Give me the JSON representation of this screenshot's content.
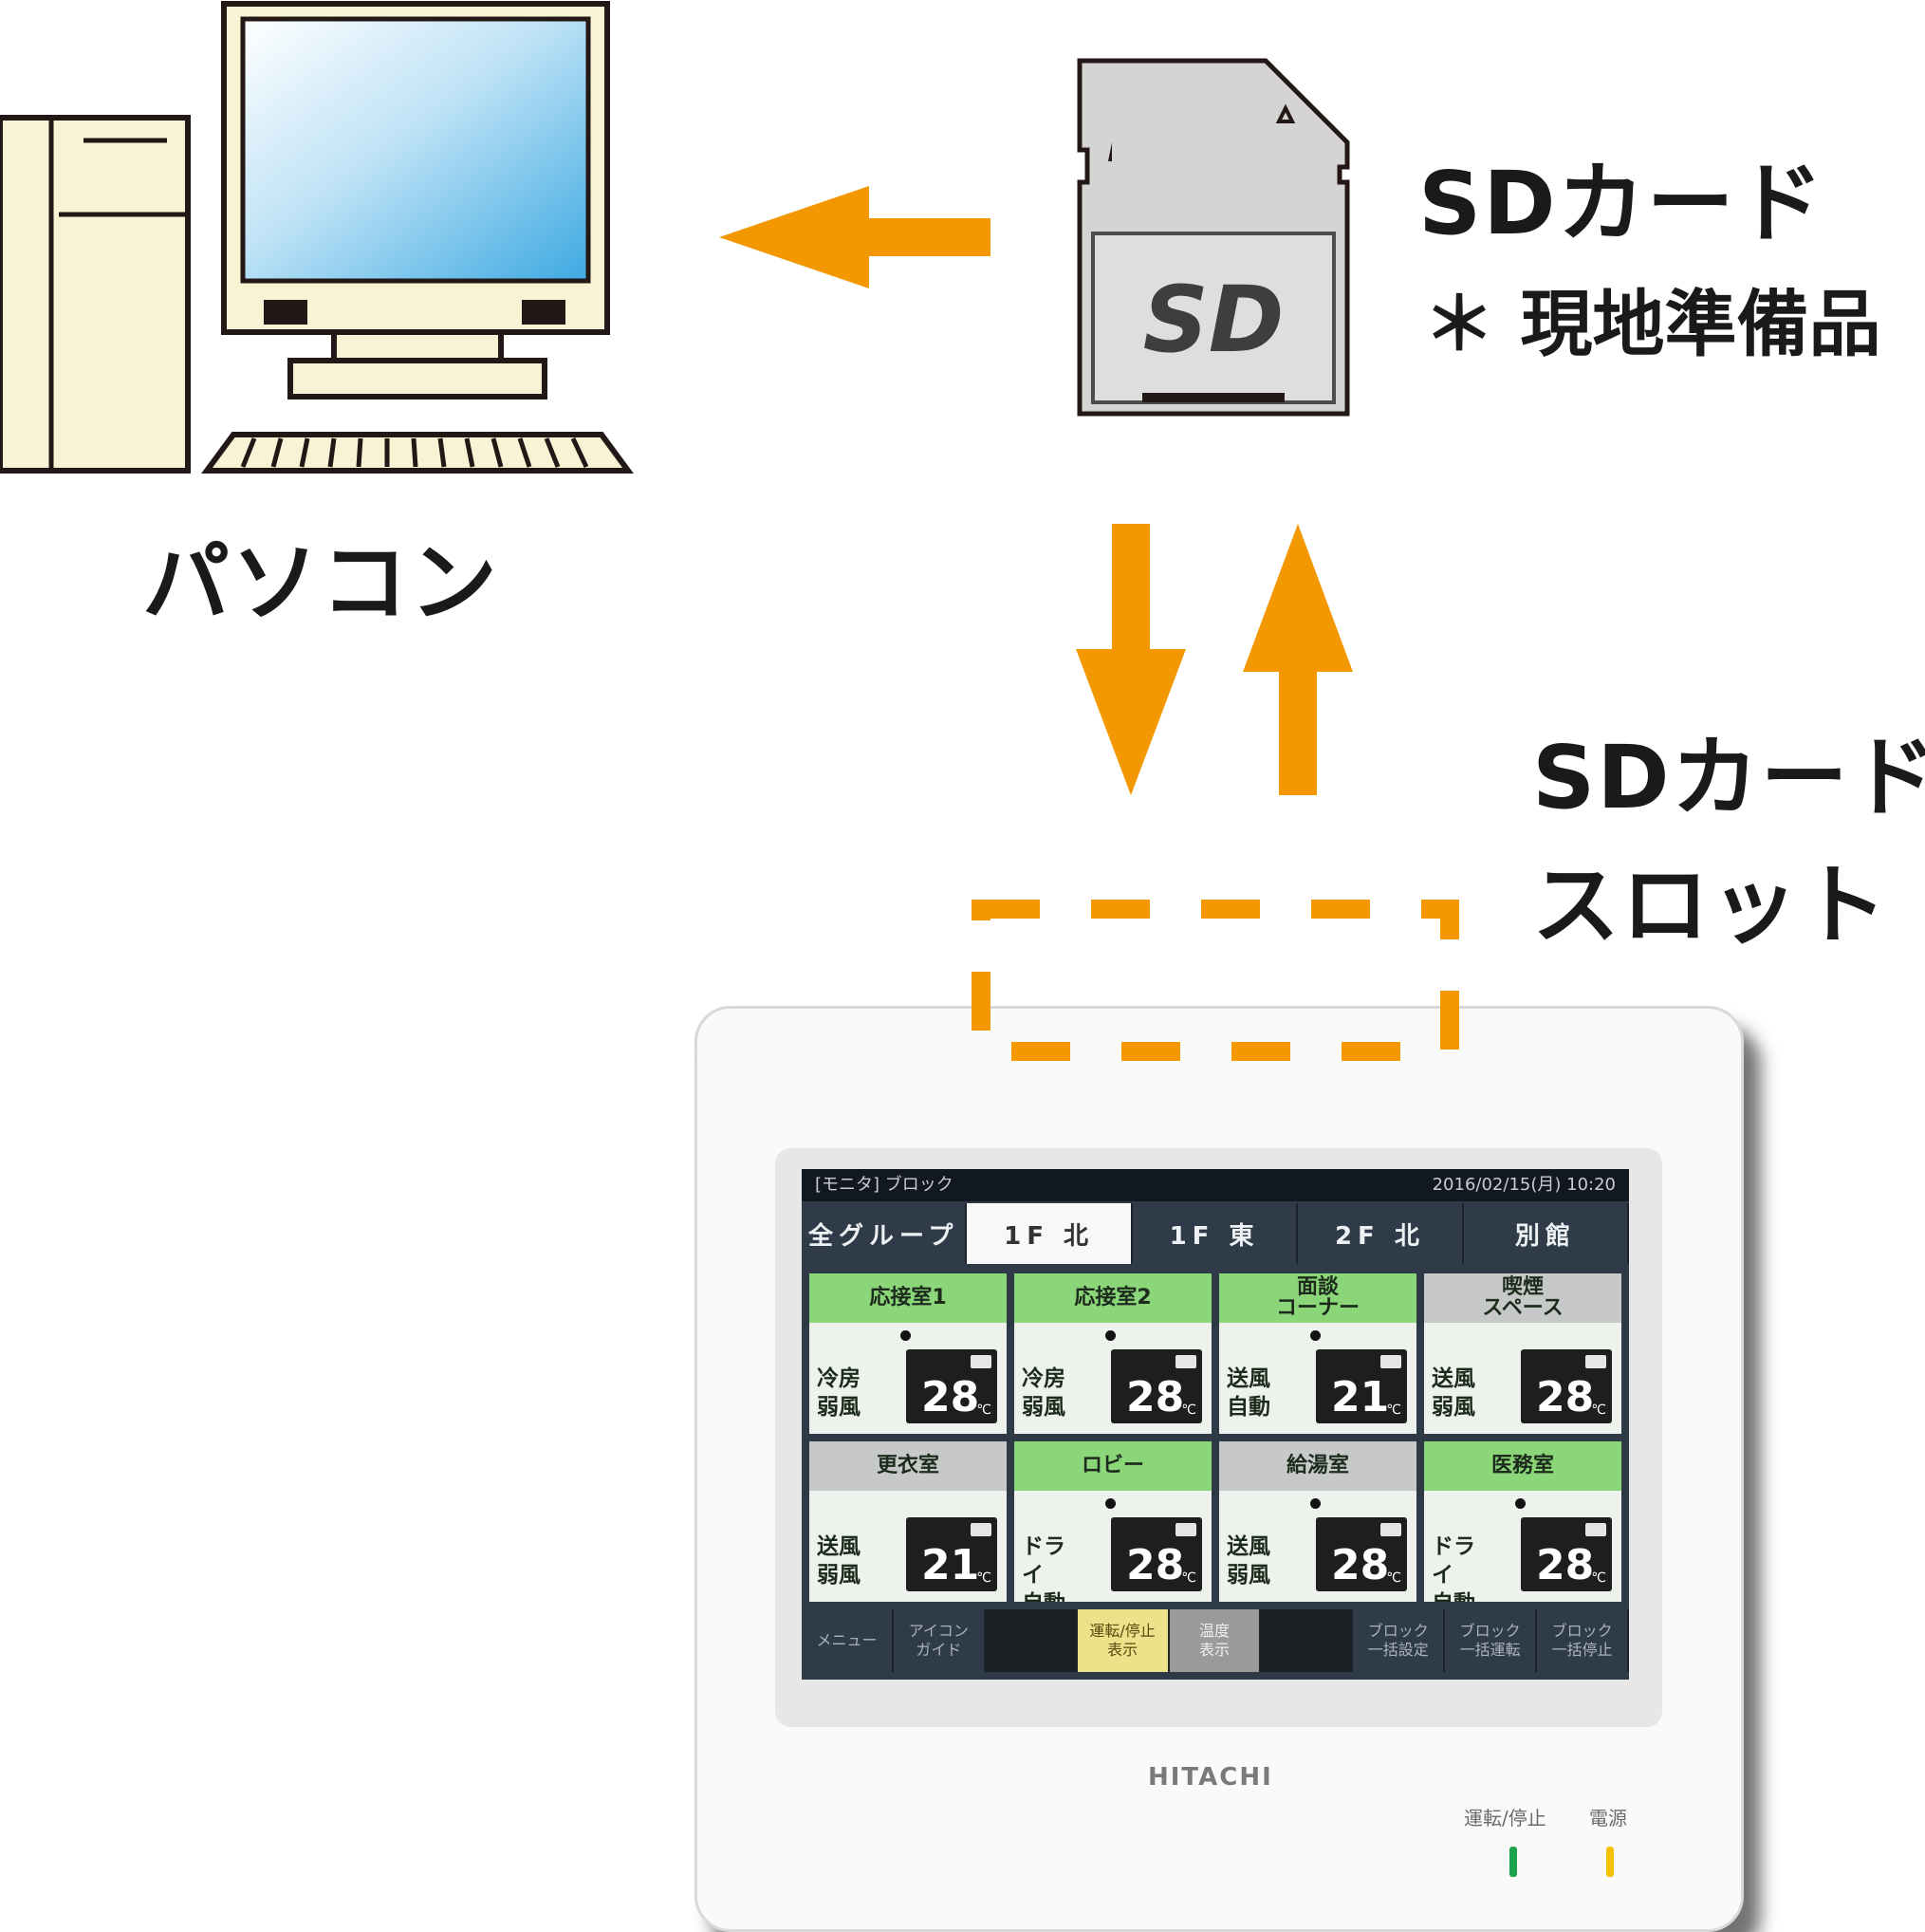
{
  "labels": {
    "pc": "パソコン",
    "sd_card": "SDカード",
    "sd_note": "＊ 現地準備品",
    "slot_line1": "SDカード",
    "slot_line2": "スロット",
    "sd_logo": "SD"
  },
  "colors": {
    "arrow": "#F39800",
    "monitor_screen": "#4FB3E8",
    "pc_body": "#F7F4D6"
  },
  "controller": {
    "brand": "HITACHI",
    "status_left": "[モニタ] ブロック",
    "status_right": "2016/02/15(月) 10:20",
    "tabs": [
      "全グループ",
      "1F 北",
      "1F 東",
      "2F 北",
      "別館"
    ],
    "active_tab": 1,
    "cells": [
      {
        "name": "応接室1",
        "mode1": "冷房",
        "mode2": "弱風",
        "temp": "28",
        "on": true
      },
      {
        "name": "応接室2",
        "mode1": "冷房",
        "mode2": "弱風",
        "temp": "28",
        "on": true
      },
      {
        "name": "面談\nコーナー",
        "mode1": "送風",
        "mode2": "自動",
        "temp": "21",
        "on": true
      },
      {
        "name": "喫煙\nスペース",
        "mode1": "送風",
        "mode2": "弱風",
        "temp": "28",
        "on": false
      },
      {
        "name": "更衣室",
        "mode1": "送風",
        "mode2": "弱風",
        "temp": "21",
        "on": false
      },
      {
        "name": "ロビー",
        "mode1": "ドライ",
        "mode2": "自動",
        "temp": "28",
        "on": true
      },
      {
        "name": "給湯室",
        "mode1": "送風",
        "mode2": "弱風",
        "temp": "28",
        "on": false
      },
      {
        "name": "医務室",
        "mode1": "ドライ",
        "mode2": "自動",
        "temp": "28",
        "on": true
      }
    ],
    "temp_unit": "℃",
    "bottom_buttons": [
      {
        "label": "メニュー",
        "style": ""
      },
      {
        "label": "アイコン\nガイド",
        "style": ""
      },
      {
        "label": "",
        "style": "blank"
      },
      {
        "label": "運転/停止\n表示",
        "style": "hl"
      },
      {
        "label": "温度\n表示",
        "style": "gray"
      },
      {
        "label": "",
        "style": "blank"
      },
      {
        "label": "ブロック\n一括設定",
        "style": ""
      },
      {
        "label": "ブロック\n一括運転",
        "style": ""
      },
      {
        "label": "ブロック\n一括停止",
        "style": ""
      }
    ],
    "led_run_label": "運転/停止",
    "led_power_label": "電源",
    "led_run_color": "#1BA34A",
    "led_power_color": "#F2C200"
  }
}
